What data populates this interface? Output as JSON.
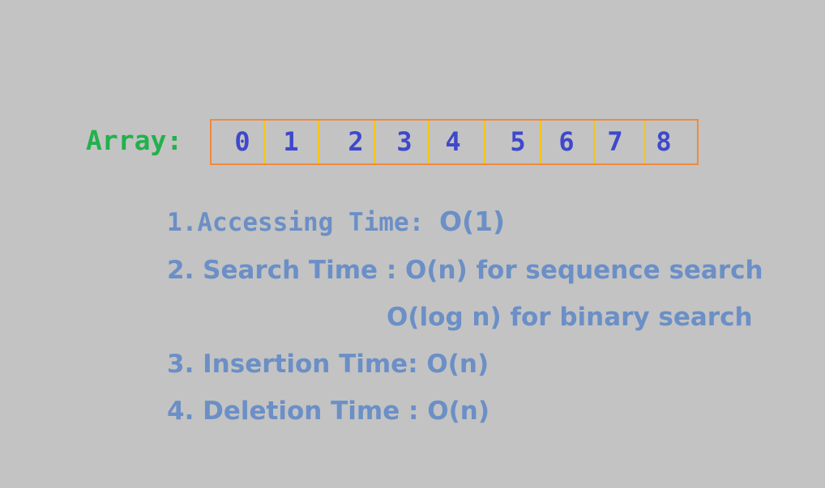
{
  "array": {
    "label": "Array:",
    "cells": [
      "0",
      "1",
      "2",
      "3",
      "4",
      "5",
      "6",
      "7",
      "8"
    ]
  },
  "complexities": {
    "access_prefix": "1.Accessing Time: ",
    "access_value": "O(1)",
    "search_sequence": "2. Search Time : O(n) for sequence search",
    "search_binary": "O(log n) for binary search",
    "insertion": "3. Insertion Time: O(n)",
    "deletion": "4. Deletion Time : O(n)"
  },
  "colors": {
    "background": "#c3c3c3",
    "array_label": "#22b14c",
    "array_border": "#f08a3c",
    "cell_divider": "#f5c518",
    "cell_value": "#3f48cc",
    "text": "#6b8fc6"
  }
}
